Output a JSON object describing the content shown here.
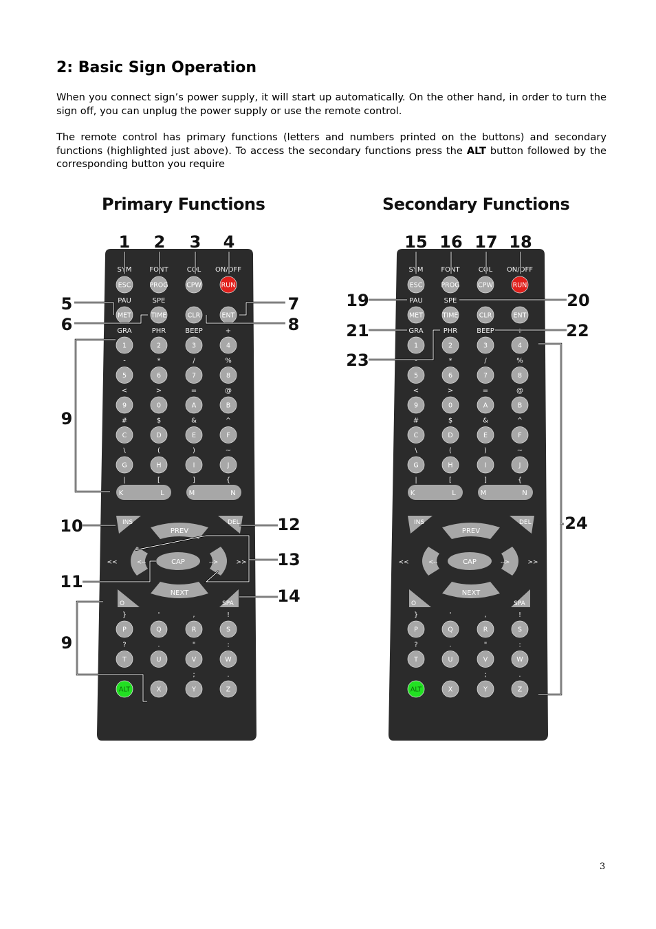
{
  "heading": "2: Basic Sign Operation",
  "paragraph1": "When you connect sign’s power supply, it will start up automatically. On the other hand, in order to turn the sign off, you can unplug the power supply or use the remote control.",
  "paragraph2": {
    "before": "The remote control has primary functions (letters and numbers printed on the buttons) and secondary functions (highlighted just above). To access the secondary functions press the ",
    "bold": "ALT",
    "after": " button followed by the corresponding button you require"
  },
  "titles": {
    "primary": "Primary Functions",
    "secondary": "Secondary Functions"
  },
  "remote": {
    "top_row": {
      "labels": [
        "SYM",
        "FONT",
        "COL",
        "ON/OFF"
      ],
      "buttons": [
        "ESC",
        "PROG",
        "CPW",
        "RUN"
      ]
    },
    "row2": {
      "labels": [
        "PAU",
        "SPE",
        "",
        ""
      ],
      "buttons": [
        "MET",
        "TIME",
        "CLR",
        "ENT"
      ]
    },
    "grid": [
      {
        "labels": [
          "GRA",
          "PHR",
          "BEEP",
          "+"
        ],
        "buttons": [
          "1",
          "2",
          "3",
          "4"
        ]
      },
      {
        "labels": [
          "-",
          "*",
          "/",
          "%"
        ],
        "buttons": [
          "5",
          "6",
          "7",
          "8"
        ]
      },
      {
        "labels": [
          "<",
          ">",
          "=",
          "@"
        ],
        "buttons": [
          "9",
          "0",
          "A",
          "B"
        ]
      },
      {
        "labels": [
          "#",
          "$",
          "&",
          "^"
        ],
        "buttons": [
          "C",
          "D",
          "E",
          "F"
        ]
      },
      {
        "labels": [
          "\\",
          "(",
          ")",
          "~"
        ],
        "buttons": [
          "G",
          "H",
          "I",
          "J"
        ]
      }
    ],
    "wide_row": {
      "labels": [
        "|",
        "[",
        "]",
        "{"
      ],
      "buttons": [
        "K",
        "L",
        "M",
        "N"
      ]
    },
    "nav": {
      "ins": "INS",
      "del": "DEL",
      "prev": "PREV",
      "next": "NEXT",
      "cap": "CAP",
      "left": "<--",
      "right": "-->",
      "left_outer": "<<",
      "right_outer": ">>",
      "o": "O",
      "spa": "SPA"
    },
    "bottom_grid": [
      {
        "labels": [
          "}",
          "'",
          ",",
          "!"
        ],
        "buttons": [
          "P",
          "Q",
          "R",
          "S"
        ]
      },
      {
        "labels": [
          "?",
          ".",
          "\"",
          ":"
        ],
        "buttons": [
          "T",
          "U",
          "V",
          "W"
        ]
      },
      {
        "labels": [
          "",
          "",
          ";",
          "."
        ],
        "buttons": [
          "ALT",
          "X",
          "Y",
          "Z"
        ]
      }
    ]
  },
  "callouts": {
    "primary": [
      "1",
      "2",
      "3",
      "4",
      "5",
      "6",
      "7",
      "8",
      "9",
      "10",
      "11",
      "12",
      "13",
      "14",
      "9"
    ],
    "secondary": [
      "15",
      "16",
      "17",
      "18",
      "19",
      "20",
      "21",
      "22",
      "23",
      "24"
    ]
  },
  "colors": {
    "remote_body": "#2b2b2b",
    "button": "#a7a7a7",
    "run": "#e0201c",
    "alt": "#22e022"
  },
  "page_number": "3"
}
